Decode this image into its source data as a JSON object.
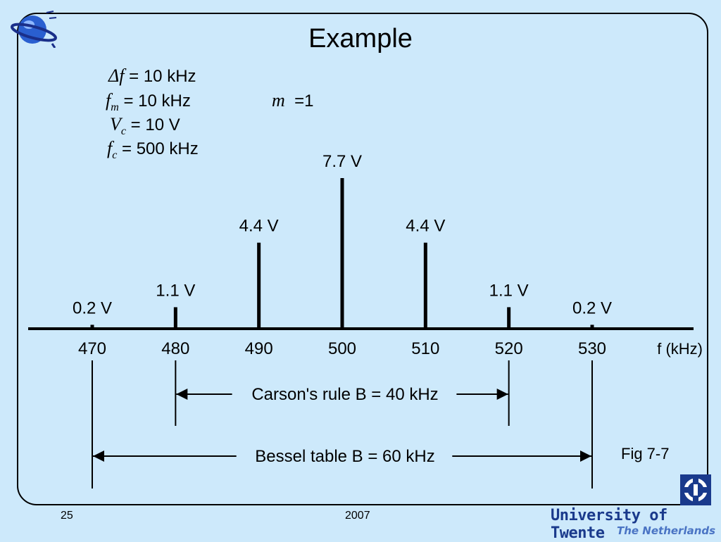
{
  "slide": {
    "title": "Example",
    "params": {
      "df": {
        "symbol": "Δf",
        "text": " = 10 kHz"
      },
      "fm": {
        "symbol": "f",
        "sub": "m",
        "text": " = 10 kHz"
      },
      "m": {
        "symbol": "m",
        "text": "  =1"
      },
      "vc": {
        "symbol": "V",
        "sub": "c",
        "text": " = 10 V"
      },
      "fc": {
        "symbol": "f",
        "sub": "c",
        "text": " = 500 kHz"
      }
    },
    "fig_label": "Fig 7-7",
    "page_number": "25",
    "year": "2007",
    "university": "University of Twente",
    "country": "The Netherlands"
  },
  "chart_data": {
    "type": "bar",
    "x_unit_label": "f (kHz)",
    "categories": [
      "470",
      "480",
      "490",
      "500",
      "510",
      "520",
      "530"
    ],
    "x": [
      470,
      480,
      490,
      500,
      510,
      520,
      530
    ],
    "values": [
      0.2,
      1.1,
      4.4,
      7.7,
      4.4,
      1.1,
      0.2
    ],
    "value_labels": [
      "0.2 V",
      "1.1 V",
      "4.4 V",
      "7.7 V",
      "4.4 V",
      "1.1 V",
      "0.2 V"
    ],
    "annotations": [
      {
        "text": "Carson's rule B = 40 kHz",
        "from": 480,
        "to": 520
      },
      {
        "text": "Bessel table B = 60 kHz",
        "from": 470,
        "to": 530
      }
    ],
    "colors": {
      "line": "#000000"
    }
  }
}
